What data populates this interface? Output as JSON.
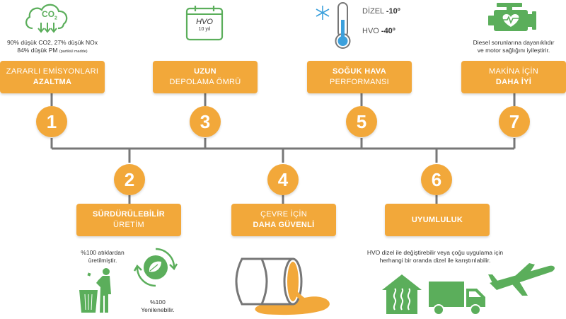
{
  "colors": {
    "orange": "#F2A83A",
    "green": "#5BAE5B",
    "gray": "#777777",
    "blue": "#3CA0DC"
  },
  "items": [
    {
      "num": "1",
      "line1": "ZARARLI EMİSYONLARI",
      "line2": "AZALTMA",
      "bold_line": 2
    },
    {
      "num": "2",
      "line1": "SÜRDÜRÜLEBİLİR",
      "line2": "ÜRETİM",
      "bold_line": 1
    },
    {
      "num": "3",
      "line1": "UZUN",
      "line2": "DEPOLAMA ÖMRÜ",
      "bold_line": 1
    },
    {
      "num": "4",
      "line1": "ÇEVRE İÇİN",
      "line2": "DAHA GÜVENLİ",
      "bold_line": 2
    },
    {
      "num": "5",
      "line1": "SOĞUK HAVA",
      "line2": "PERFORMANSI",
      "bold_line": 1
    },
    {
      "num": "6",
      "line1": "UYUMLULUK",
      "line2": "",
      "bold_line": 1
    },
    {
      "num": "7",
      "line1": "MAKİNA İÇİN",
      "line2": "DAHA İYİ",
      "bold_line": 2
    }
  ],
  "emissions": {
    "co2_icon_label": "CO",
    "co2_sub": "2",
    "line1": "90% düşük CO2, 27% düşük NOx",
    "line2_main": "84% düşük PM",
    "line2_small": "(partikül madde)"
  },
  "storage": {
    "badge_title": "HVO",
    "badge_sub": "10 yıl"
  },
  "cold": {
    "diesel_label": "DİZEL",
    "diesel_value": "-10º",
    "hvo_label": "HVO",
    "hvo_value": "-40º"
  },
  "engine": {
    "line1": "Diesel sorunlarına dayanıklıdır",
    "line2": "ve motor sağlığını iyileştirir."
  },
  "production": {
    "waste_line1": "%100 atıklardan",
    "waste_line2": "üretilmiştir.",
    "renew_line1": "%100",
    "renew_line2": "Yenilenebilir."
  },
  "compat": {
    "line1": "HVO dizel ile değiştirebilir veya çoğu uygulama için",
    "line2": "herhangi bir oranda dizel ile karıştırılabilir."
  }
}
